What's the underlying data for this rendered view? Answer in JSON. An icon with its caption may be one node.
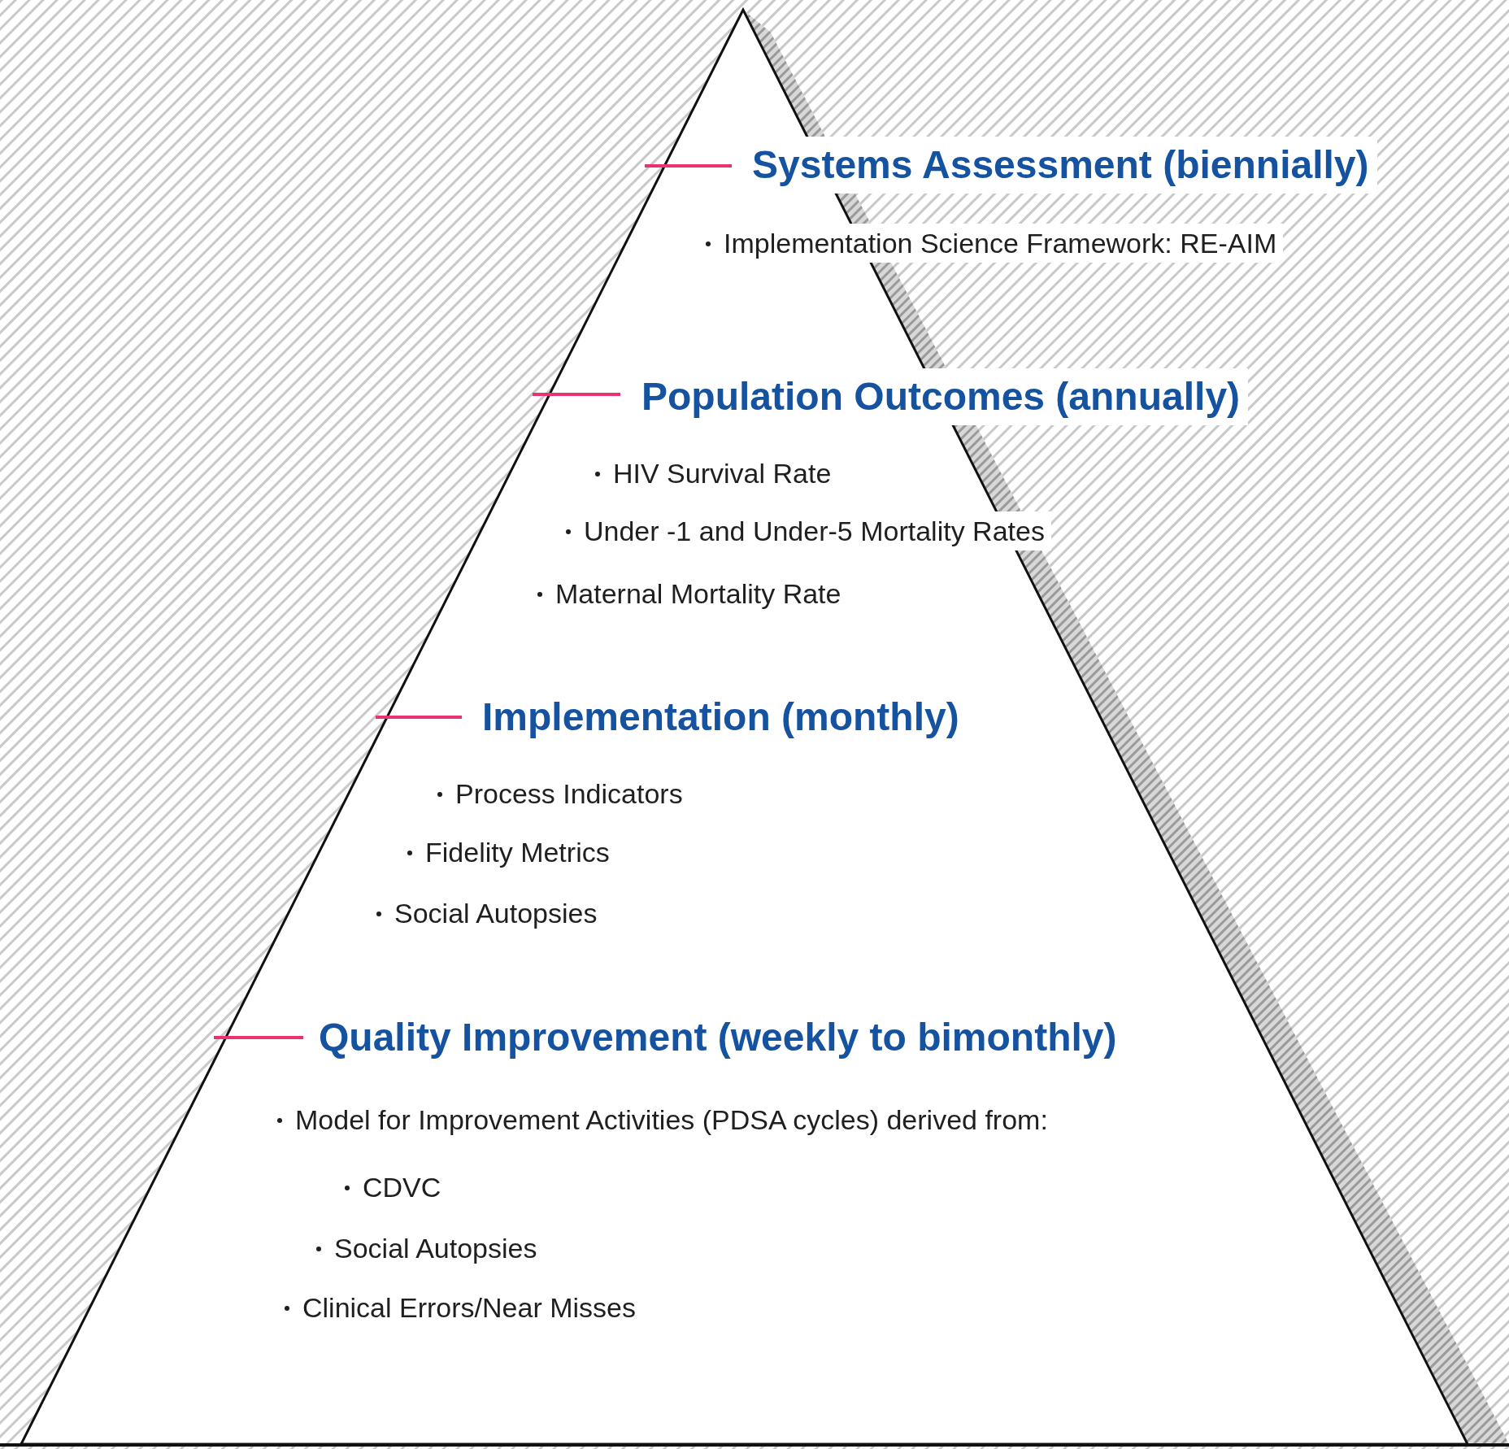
{
  "diagram": {
    "nodes": [
      {
        "text": [
          "Systems Assessment (biennially)",
          "Implementation Science Framework: RE-AIM"
        ]
      },
      {
        "text": [
          "Population Outcomes (annually)",
          "HIV Survival Rate",
          "Under -1 and Under-5 Mortality Rates",
          "Maternal Mortality Rate"
        ]
      },
      {
        "text": [
          "Implementation (monthly)",
          "Process Indicators",
          "Fidelity Metrics",
          "Social Autopsies"
        ]
      },
      {
        "text": [
          "Quality Improvement (weekly to bimonthly)",
          "Model for Improvement Activities (PDSA cycles) derived from:",
          "CDVC",
          "Social Autopsies",
          "Clinical Errors/Near Misses"
        ]
      }
    ]
  }
}
